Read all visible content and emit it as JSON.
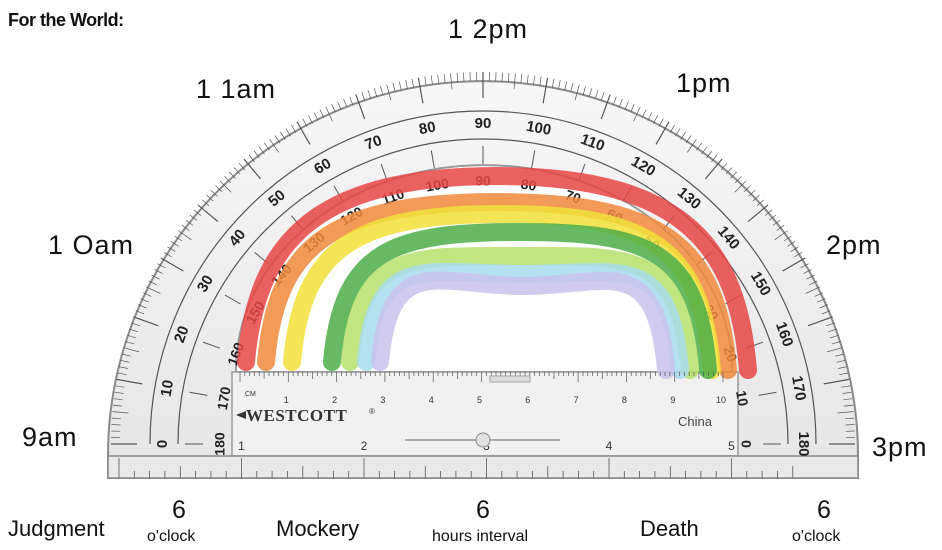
{
  "header": "For the World:",
  "hours": {
    "h12": "1 2pm",
    "h11": "1 1am",
    "h1": "1pm",
    "h10": "1 Oam",
    "h2": "2pm",
    "h9": "9am",
    "h3": "3pm"
  },
  "protractor": {
    "brand": "WESTCOTT",
    "registered": "®",
    "country": "China",
    "cm_label": "CM",
    "outer_scale": [
      "0",
      "10",
      "20",
      "30",
      "40",
      "50",
      "60",
      "70",
      "80",
      "90",
      "100",
      "110",
      "120",
      "130",
      "140",
      "150",
      "160",
      "170",
      "180"
    ],
    "inner_scale": [
      "180",
      "170",
      "160",
      "150",
      "140",
      "130",
      "120",
      "110",
      "100",
      "90",
      "80",
      "70",
      "60",
      "50",
      "40",
      "30",
      "20",
      "10",
      "0"
    ],
    "cm_ticks": [
      "1",
      "2",
      "3",
      "4",
      "5",
      "6",
      "7",
      "8",
      "9",
      "10"
    ],
    "inch_ticks": [
      "1",
      "2",
      "3",
      "4",
      "5"
    ]
  },
  "rainbow": {
    "colors": [
      "#e64545",
      "#f08a3c",
      "#f2e03a",
      "#4cae48",
      "#b6e06a",
      "#a8dced",
      "#c8c2ec"
    ]
  },
  "footer": {
    "left_word": "Judgment",
    "left_num": "6",
    "left_unit": "o'clock",
    "mid_word": "Mockery",
    "mid_num": "6",
    "mid_unit": "hours interval",
    "right_word": "Death",
    "right_num": "6",
    "right_unit": "o'clock"
  }
}
